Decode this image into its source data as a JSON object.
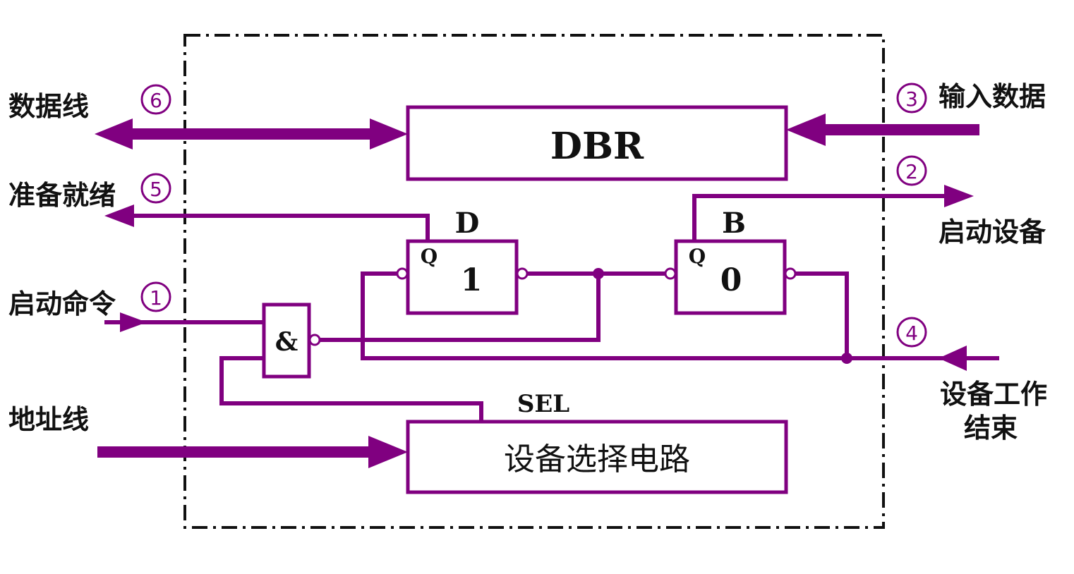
{
  "colors": {
    "accent": "#800080",
    "text": "#111111",
    "boundary": "#111111"
  },
  "blocks": {
    "dbr": "DBR",
    "d_label": "D",
    "d_q": "Q",
    "d_value": "1",
    "b_label": "B",
    "b_q": "Q",
    "b_value": "0",
    "and_gate": "&",
    "sel_label": "SEL",
    "device_select": "设备选择电路"
  },
  "signals": {
    "data_line": "数据线",
    "ready": "准备就绪",
    "start_cmd": "启动命令",
    "address_line": "地址线",
    "input_data": "输入数据",
    "start_device": "启动设备",
    "work_done_1": "设备工作",
    "work_done_2": "结束"
  },
  "steps": [
    "1",
    "2",
    "3",
    "4",
    "5",
    "6"
  ]
}
